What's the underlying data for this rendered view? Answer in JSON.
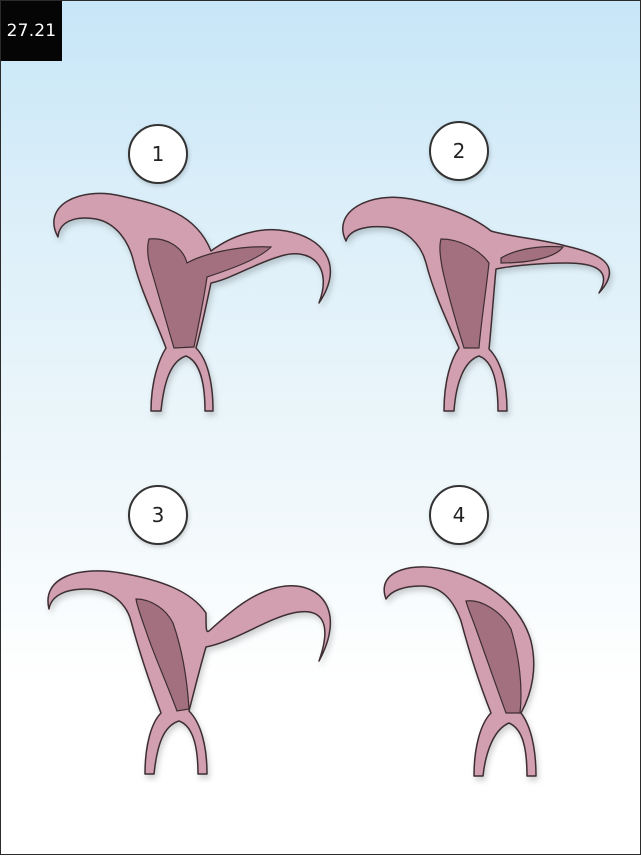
{
  "figure_id": "27.21",
  "panels": [
    {
      "label": "1"
    },
    {
      "label": "2"
    },
    {
      "label": "3"
    },
    {
      "label": "4"
    }
  ],
  "colors": {
    "tissue": "#d29fb0",
    "cavity": "#a3707f",
    "outline": "#3d2e33",
    "tag_background": "#050505",
    "sky_top": "#c7e6f8"
  }
}
